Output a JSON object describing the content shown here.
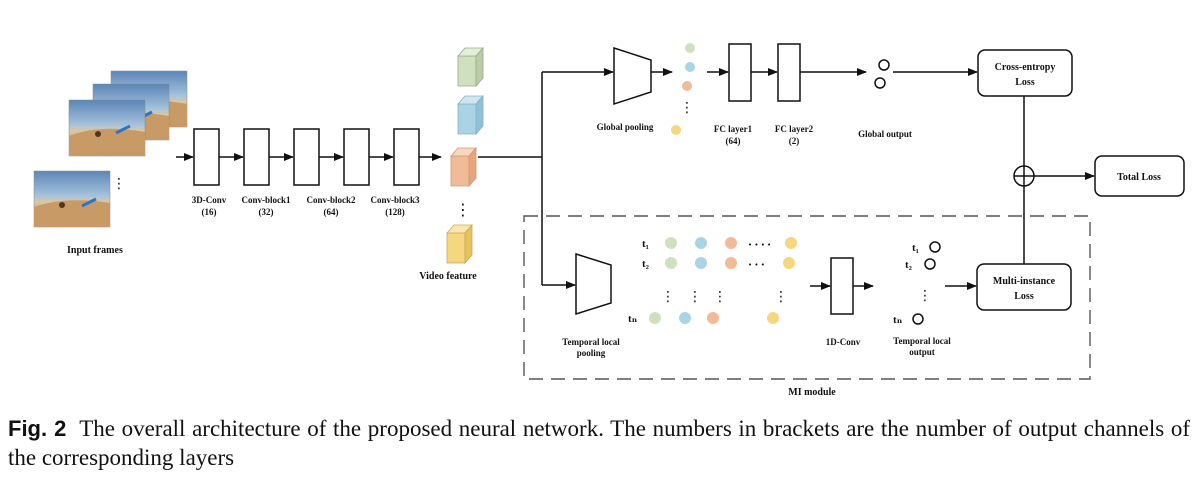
{
  "labels": {
    "input_frames": "Input frames",
    "conv3d": "3D-Conv",
    "conv3d_ch": "(16)",
    "block1": "Conv-block1",
    "block1_ch": "(32)",
    "block2": "Conv-block2",
    "block2_ch": "(64)",
    "block3": "Conv-block3",
    "block3_ch": "(128)",
    "video_feature": "Video feature",
    "global_pooling": "Global pooling",
    "fc1": "FC layer1",
    "fc1_ch": "(64)",
    "fc2": "FC layer2",
    "fc2_ch": "(2)",
    "global_output": "Global output",
    "ce_loss_1": "Cross-entropy",
    "ce_loss_2": "Loss",
    "total_loss": "Total Loss",
    "mi_loss_1": "Multi-instance",
    "mi_loss_2": "Loss",
    "temporal_pool_1": "Temporal local",
    "temporal_pool_2": "pooling",
    "conv1d": "1D-Conv",
    "temporal_out_1": "Temporal local",
    "temporal_out_2": "output",
    "mi_module": "MI module",
    "t1": "t₁",
    "t2": "t₂",
    "tn": "tₙ",
    "dots_h": "• • • •",
    "dots_h2": "• • •"
  },
  "caption": {
    "label": "Fig. 2",
    "text": "The overall architecture of the proposed neural network. The numbers in brackets are the number of output channels of the corresponding layers"
  },
  "colors": {
    "green": "#cfe0bf",
    "blue": "#a9d4e6",
    "orange": "#f2bb97",
    "yellow": "#f4d77e"
  }
}
